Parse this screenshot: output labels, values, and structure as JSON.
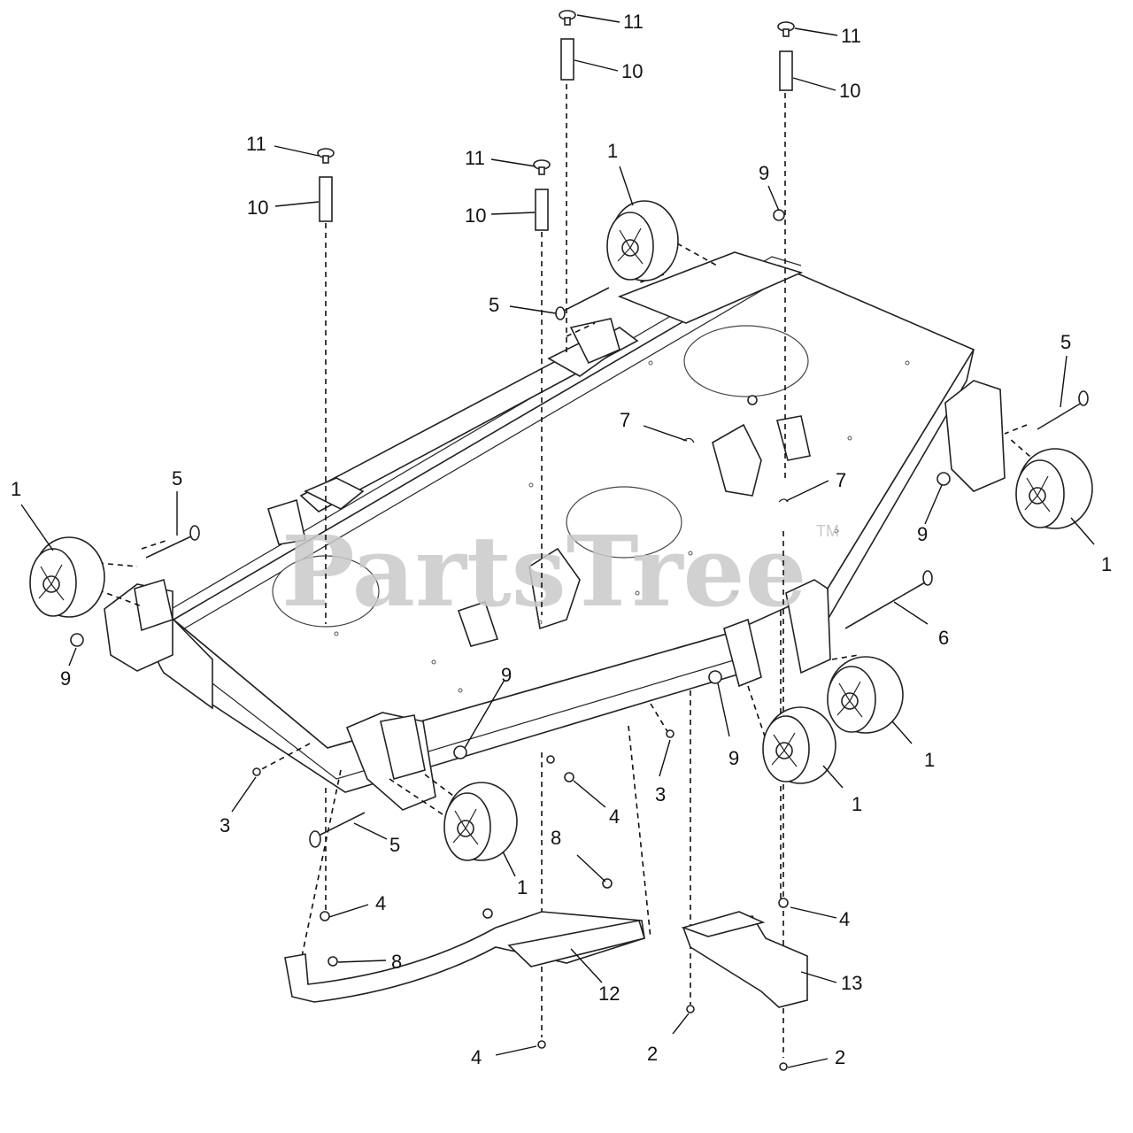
{
  "watermark": {
    "text": "PartsTree",
    "trademark": "TM"
  },
  "callouts": [
    {
      "id": "c11a",
      "label": "11"
    },
    {
      "id": "c10a",
      "label": "10"
    },
    {
      "id": "c11b",
      "label": "11"
    },
    {
      "id": "c10b",
      "label": "10"
    },
    {
      "id": "c11c",
      "label": "11"
    },
    {
      "id": "c10c",
      "label": "10"
    },
    {
      "id": "c11d",
      "label": "11"
    },
    {
      "id": "c10d",
      "label": "10"
    },
    {
      "id": "c1a",
      "label": "1"
    },
    {
      "id": "c9a",
      "label": "9"
    },
    {
      "id": "c5a",
      "label": "5"
    },
    {
      "id": "c5b",
      "label": "5"
    },
    {
      "id": "c1b",
      "label": "1"
    },
    {
      "id": "c7a",
      "label": "7"
    },
    {
      "id": "c7b",
      "label": "7"
    },
    {
      "id": "c1c",
      "label": "1"
    },
    {
      "id": "c5c",
      "label": "5"
    },
    {
      "id": "c9b",
      "label": "9"
    },
    {
      "id": "c1d",
      "label": "1"
    },
    {
      "id": "c6",
      "label": "6"
    },
    {
      "id": "c9c",
      "label": "9"
    },
    {
      "id": "c9d",
      "label": "9"
    },
    {
      "id": "c9e",
      "label": "9"
    },
    {
      "id": "c3a",
      "label": "3"
    },
    {
      "id": "c3b",
      "label": "3"
    },
    {
      "id": "c1e",
      "label": "1"
    },
    {
      "id": "c1f",
      "label": "1"
    },
    {
      "id": "c4a",
      "label": "4"
    },
    {
      "id": "c5d",
      "label": "5"
    },
    {
      "id": "c1g",
      "label": "1"
    },
    {
      "id": "c8a",
      "label": "8"
    },
    {
      "id": "c4b",
      "label": "4"
    },
    {
      "id": "c4c",
      "label": "4"
    },
    {
      "id": "c8b",
      "label": "8"
    },
    {
      "id": "c12",
      "label": "12"
    },
    {
      "id": "c13",
      "label": "13"
    },
    {
      "id": "c4d",
      "label": "4"
    },
    {
      "id": "c2a",
      "label": "2"
    },
    {
      "id": "c2b",
      "label": "2"
    }
  ]
}
